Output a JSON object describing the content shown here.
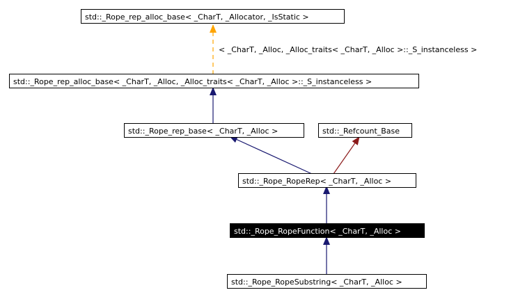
{
  "colors": {
    "inherit_edge": "#191970",
    "template_edge": "#ffa500",
    "protected_edge": "#8b1a1a",
    "highlight_fill": "#000000"
  },
  "nodes": {
    "alloc_base": "std::_Rope_rep_alloc_base< _CharT, _Allocator, _IsStatic >",
    "alloc_base_inst": "std::_Rope_rep_alloc_base< _CharT, _Alloc, _Alloc_traits< _CharT, _Alloc >::_S_instanceless >",
    "rep_base": "std::_Rope_rep_base< _CharT, _Alloc >",
    "refcount_base": "std::_Refcount_Base",
    "rope_rep": "std::_Rope_RopeRep< _CharT, _Alloc >",
    "rope_function": "std::_Rope_RopeFunction< _CharT, _Alloc >",
    "rope_substring": "std::_Rope_RopeSubstring< _CharT, _Alloc >"
  },
  "edge_labels": {
    "template_args": "< _CharT, _Alloc, _Alloc_traits< _CharT, _Alloc >::_S_instanceless >"
  }
}
